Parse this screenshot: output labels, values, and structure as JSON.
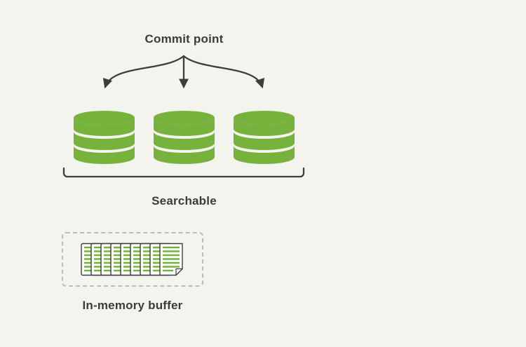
{
  "colors": {
    "background": "#f4f4ee",
    "green": "#77b33c",
    "line": "#3d3d3d",
    "text": "#3b3b3b",
    "box_border": "#bdbdb5"
  },
  "labels": {
    "commit_point": "Commit point",
    "searchable": "Searchable",
    "in_memory_buffer": "In-memory buffer"
  },
  "icons": {
    "segment": "database-icon",
    "buffer": "document-stack-icon",
    "arrows": "fan-out-arrows-icon",
    "bracket": "underbrace-icon"
  }
}
